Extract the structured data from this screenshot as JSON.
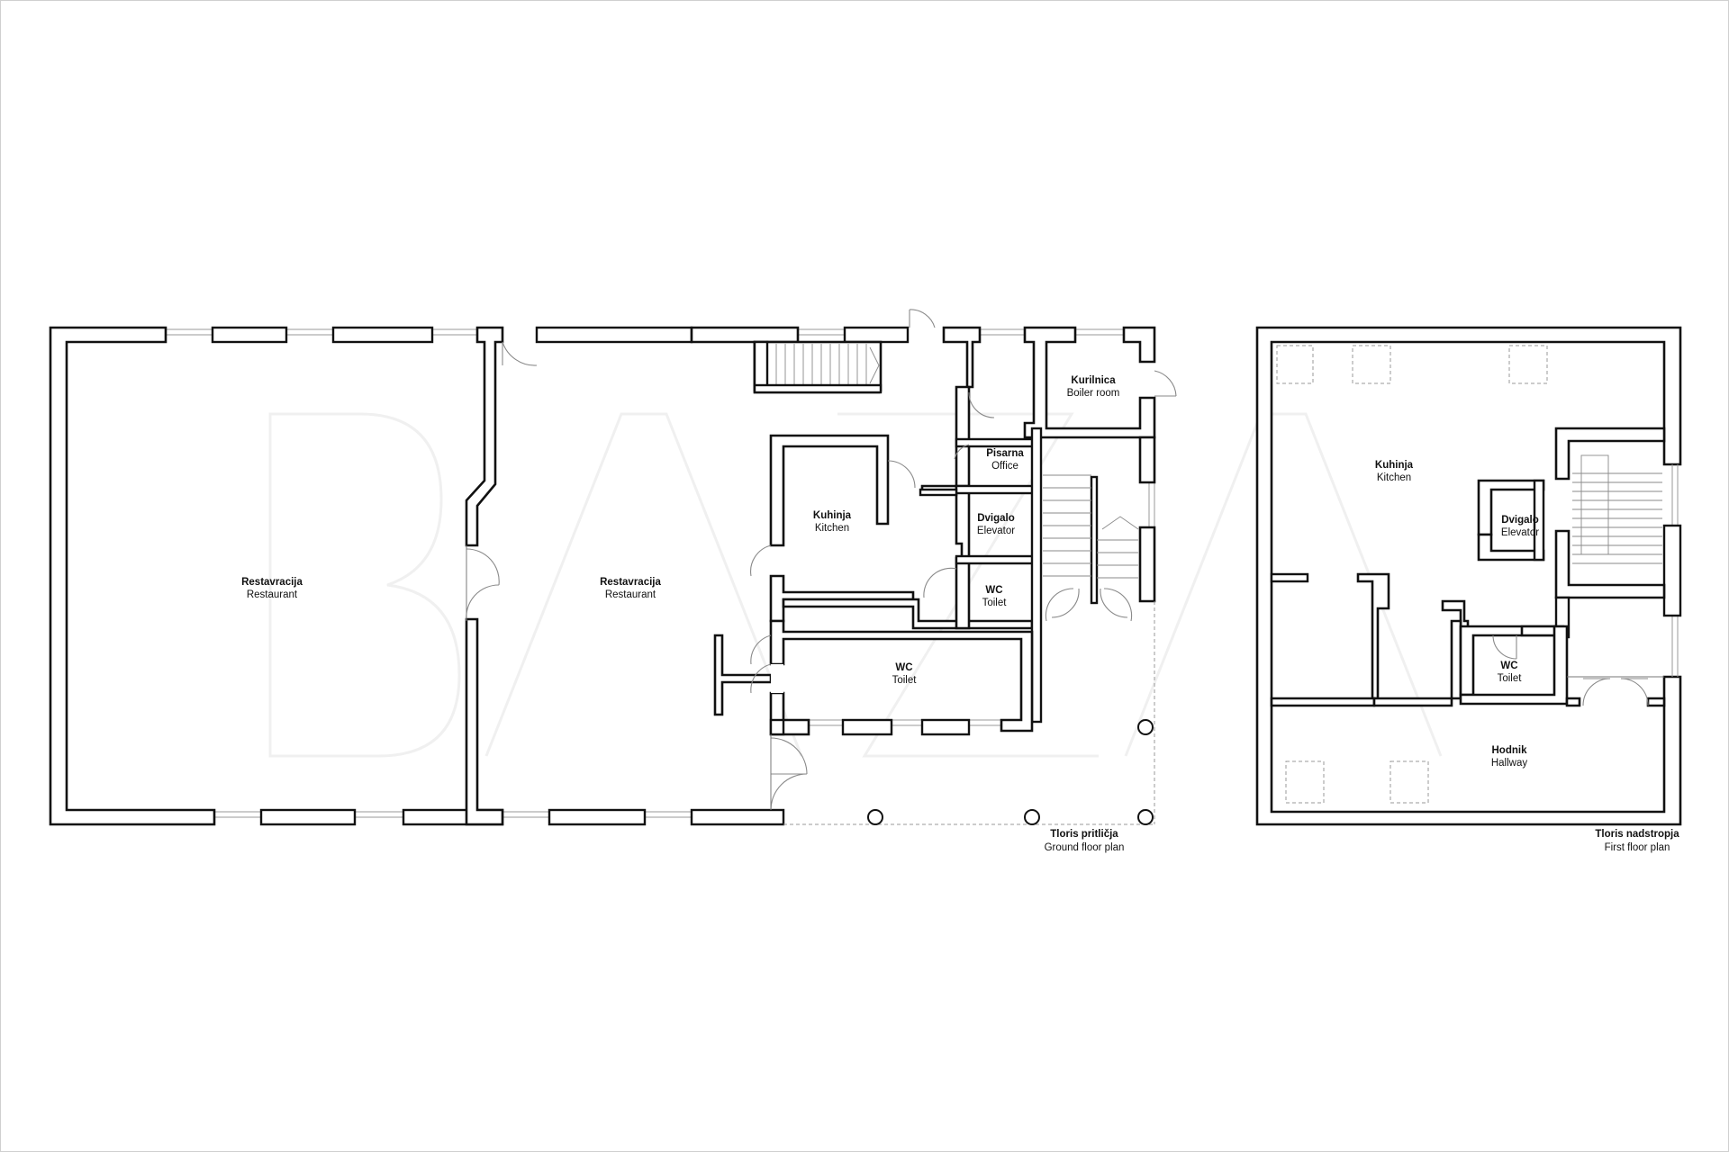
{
  "watermark": "BAZA",
  "ground_floor": {
    "title": "Tloris pritličja",
    "subtitle": "Ground floor plan",
    "rooms": [
      {
        "id": "restaurant-1",
        "name": "Restavracija",
        "sub": "Restaurant"
      },
      {
        "id": "restaurant-2",
        "name": "Restavracija",
        "sub": "Restaurant"
      },
      {
        "id": "boiler-room",
        "name": "Kurilnica",
        "sub": "Boiler room"
      },
      {
        "id": "office",
        "name": "Pisarna",
        "sub": "Office"
      },
      {
        "id": "kitchen",
        "name": "Kuhinja",
        "sub": "Kitchen"
      },
      {
        "id": "elevator",
        "name": "Dvigalo",
        "sub": "Elevator"
      },
      {
        "id": "wc-small",
        "name": "WC",
        "sub": "Toilet"
      },
      {
        "id": "wc-large",
        "name": "WC",
        "sub": "Toilet"
      }
    ]
  },
  "first_floor": {
    "title": "Tloris nadstropja",
    "subtitle": "First floor plan",
    "rooms": [
      {
        "id": "kitchen",
        "name": "Kuhinja",
        "sub": "Kitchen"
      },
      {
        "id": "elevator",
        "name": "Dvigalo",
        "sub": "Elevator"
      },
      {
        "id": "wc",
        "name": "WC",
        "sub": "Toilet"
      },
      {
        "id": "hallway",
        "name": "Hodnik",
        "sub": "Hallway"
      }
    ]
  }
}
